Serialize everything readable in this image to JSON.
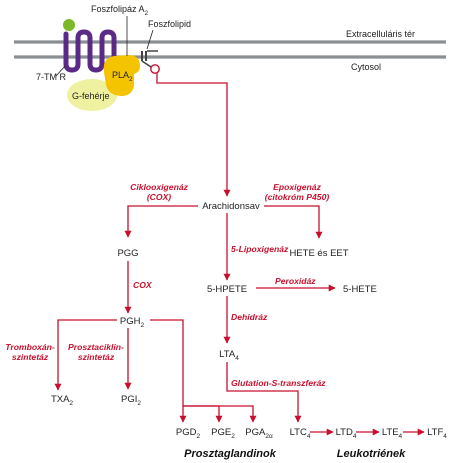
{
  "labels": {
    "phospholipase": "Foszfolipáz A",
    "phospholipase_sub": "2",
    "phospholipid": "Foszfolipid",
    "extracellular": "Extracelluláris tér",
    "cytosol": "Cytosol",
    "receptor": "7-TM R",
    "pla": "PLA",
    "pla_sub": "2",
    "gprotein": "G-fehérje",
    "arachidonic": "Arachidonsav",
    "pgg": "PGG",
    "hpete": "5-HPETE",
    "hete": "5-HETE",
    "hete_eet": "HETE és EET",
    "pgh": "PGH",
    "pgh_sub": "2",
    "lta": "LTA",
    "lta_sub": "4",
    "txa": "TXA",
    "txa_sub": "2",
    "pgi": "PGI",
    "pgi_sub": "2",
    "pgd": "PGD",
    "pgd_sub": "2",
    "pge": "PGE",
    "pge_sub": "2",
    "pga": "PGA",
    "pga_sub": "2α",
    "ltc": "LTC",
    "ltc_sub": "4",
    "ltd": "LTD",
    "ltd_sub": "4",
    "lte": "LTE",
    "lte_sub": "4",
    "ltf": "LTF",
    "ltf_sub": "4",
    "group_prostaglandins": "Prosztaglandinok",
    "group_leukotrienes": "Leukotriének"
  },
  "enzymes": {
    "cox_1": "Ciklooxigenáz",
    "cox_2": "(COX)",
    "epox_1": "Epoxigenáz",
    "epox_2": "(citokróm P450)",
    "lipox": "5-Lipoxigenáz",
    "cox": "COX",
    "perox": "Peroxidáz",
    "dehydr": "Dehidráz",
    "trombox_1": "Tromboxán-",
    "trombox_2": "szintetáz",
    "prostac_1": "Prosztaciklin-",
    "prostac_2": "szintetáz",
    "glut": "Glutation-S-transzferáz"
  },
  "colors": {
    "arrow": "#c8102e",
    "membrane": "#8a8f93",
    "receptor": "#5b2a86",
    "ligand": "#7db829",
    "pla2": "#f5c400",
    "gprotein": "#eef2a0"
  }
}
